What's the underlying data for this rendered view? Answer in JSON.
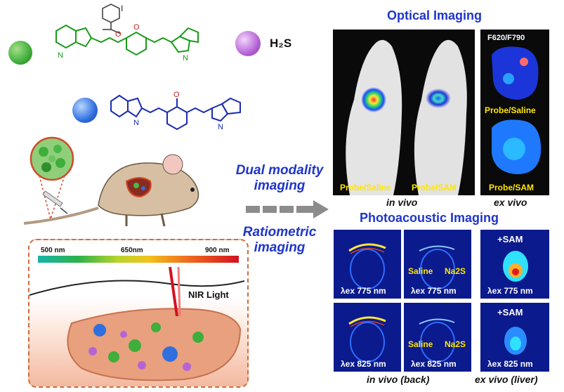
{
  "left": {
    "h2s": "H₂S",
    "spectrum": {
      "left": "500 nm",
      "mid": "650nm",
      "right": "900 nm"
    },
    "nir_label": "NIR Light"
  },
  "middle": {
    "dual_modality": "Dual modality imaging",
    "ratiometric": "Ratiometric imaging"
  },
  "optical": {
    "title": "Optical Imaging",
    "invivo_label_1": "Probe/Saline",
    "invivo_label_2": "Probe/SAM",
    "invivo_caption": "in vivo",
    "exvivo_ratio": "F620/F790",
    "exvivo_label_1": "Probe/Saline",
    "exvivo_label_2": "Probe/SAM",
    "exvivo_caption": "ex vivo"
  },
  "photoacoustic": {
    "title": "Photoacoustic Imaging",
    "saline": "Saline",
    "na2s": "Na2S",
    "sam": "+SAM",
    "lambda_775": "λex 775 nm",
    "lambda_825": "λex 825 nm",
    "caption_invivo": "in vivo (back)",
    "caption_exvivo": "ex vivo (liver)"
  },
  "colors": {
    "title_blue": "#1f35c9",
    "label_yellow": "#ffe600",
    "green_dot": "#3fae3a",
    "blue_dot": "#2f6fe0",
    "h2s_purple": "#b564d6"
  }
}
